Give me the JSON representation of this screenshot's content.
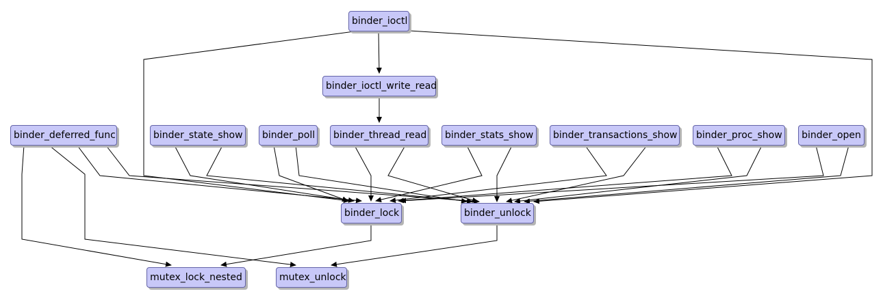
{
  "nodes": {
    "binder_ioctl": "binder_ioctl",
    "binder_ioctl_write_read": "binder_ioctl_write_read",
    "binder_deferred_func": "binder_deferred_func",
    "binder_state_show": "binder_state_show",
    "binder_poll": "binder_poll",
    "binder_thread_read": "binder_thread_read",
    "binder_stats_show": "binder_stats_show",
    "binder_transactions_show": "binder_transactions_show",
    "binder_proc_show": "binder_proc_show",
    "binder_open": "binder_open",
    "binder_lock": "binder_lock",
    "binder_unlock": "binder_unlock",
    "mutex_lock_nested": "mutex_lock_nested",
    "mutex_unlock": "mutex_unlock"
  },
  "edges": [
    [
      "binder_ioctl",
      "binder_ioctl_write_read"
    ],
    [
      "binder_ioctl",
      "binder_lock"
    ],
    [
      "binder_ioctl",
      "binder_unlock"
    ],
    [
      "binder_ioctl_write_read",
      "binder_thread_read"
    ],
    [
      "binder_deferred_func",
      "binder_lock"
    ],
    [
      "binder_deferred_func",
      "binder_unlock"
    ],
    [
      "binder_deferred_func",
      "mutex_lock_nested"
    ],
    [
      "binder_deferred_func",
      "mutex_unlock"
    ],
    [
      "binder_state_show",
      "binder_lock"
    ],
    [
      "binder_state_show",
      "binder_unlock"
    ],
    [
      "binder_poll",
      "binder_lock"
    ],
    [
      "binder_poll",
      "binder_unlock"
    ],
    [
      "binder_thread_read",
      "binder_lock"
    ],
    [
      "binder_thread_read",
      "binder_unlock"
    ],
    [
      "binder_stats_show",
      "binder_lock"
    ],
    [
      "binder_stats_show",
      "binder_unlock"
    ],
    [
      "binder_transactions_show",
      "binder_lock"
    ],
    [
      "binder_transactions_show",
      "binder_unlock"
    ],
    [
      "binder_proc_show",
      "binder_lock"
    ],
    [
      "binder_proc_show",
      "binder_unlock"
    ],
    [
      "binder_open",
      "binder_lock"
    ],
    [
      "binder_open",
      "binder_unlock"
    ],
    [
      "binder_lock",
      "mutex_lock_nested"
    ],
    [
      "binder_unlock",
      "mutex_unlock"
    ]
  ],
  "colors": {
    "node_fill": "#c8c8f8",
    "node_border": "#6464a8",
    "edge": "#000000"
  }
}
